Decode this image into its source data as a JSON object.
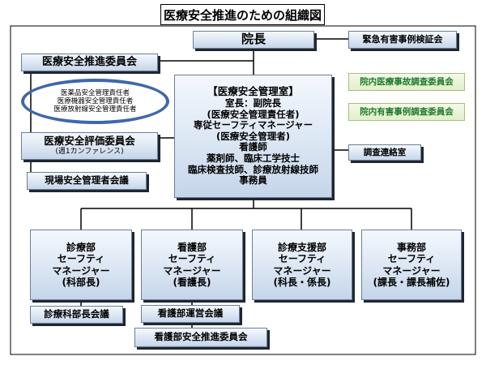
{
  "title": "医療安全推進のための組織図",
  "director": "院長",
  "emergency_committee": "緊急有害事例検証会",
  "promotion_committee": "医療安全推進委員会",
  "responsible_persons": [
    "医薬品安全管理責任者",
    "医療機器安全管理責任者",
    "医療放射線安全管理責任者"
  ],
  "evaluation_committee": {
    "name": "医療安全評価委員会",
    "sub": "(週1カンファレンス)"
  },
  "site_meeting": "現場安全管理者会議",
  "safety_office": {
    "heading": "【医療安全管理室】",
    "lines": [
      "室長：副院長",
      "(医療安全管理責任者)",
      "専従セーフティマネージャー",
      "(医療安全管理者)",
      "看護師",
      "薬剤師、臨床工学技士",
      "臨床検査技師、診療放射線技師",
      "事務員"
    ]
  },
  "accident_committee": "院内医療事故調査委員会",
  "adverse_committee": "院内有害事例調査委員会",
  "liaison_office": "調査連絡室",
  "departments": [
    {
      "lines": [
        "診療部",
        "セーフティ",
        "マネージャー",
        "(科部長)"
      ]
    },
    {
      "lines": [
        "看護部",
        "セーフティ",
        "マネージャー",
        "(看護長)"
      ]
    },
    {
      "lines": [
        "診療支援部",
        "セーフティ",
        "マネージャー",
        "(科長・係長)"
      ]
    },
    {
      "lines": [
        "事務部",
        "セーフティ",
        "マネージャー",
        "(課長・課長補佐)"
      ]
    }
  ],
  "medical_meeting": "診療科部長会議",
  "nursing_meeting": "看護部運営会議",
  "nursing_safety_committee": "看護部安全推進委員会",
  "colors": {
    "box_border": "#6b7f99",
    "ellipse": "#3f68a8",
    "green_text": "#1f7a2a"
  }
}
